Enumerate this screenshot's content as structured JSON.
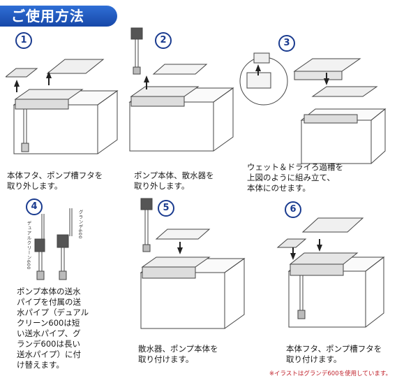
{
  "header": {
    "title": "ご使用方法"
  },
  "steps": [
    {
      "number": "1",
      "caption": "本体フタ、ポンプ槽フタを\n取り外します。"
    },
    {
      "number": "2",
      "caption": "ポンプ本体、散水器を\n取り外します。"
    },
    {
      "number": "3",
      "caption": "ウェット＆ドライろ過槽を\n上図のように組み立て、\n本体にのせます。"
    },
    {
      "number": "4",
      "caption": "ポンプ本体の送水\nパイプを付属の送\n水パイプ（デュアル\nクリーン600は短\nい送水パイプ、グ\nランデ600は長い\n送水パイプ）に付\nけ替えます。"
    },
    {
      "number": "5",
      "caption": "散水器、ポンプ本体を\n取り付けます。"
    },
    {
      "number": "6",
      "caption": "本体フタ、ポンプ槽フタを\n取り付けます。"
    }
  ],
  "step4_labels": {
    "left": "デュアルクリーン600",
    "right": "グランデ600"
  },
  "footnote": "※イラストはグランデ600を使用しています。",
  "colors": {
    "title_bg": "#1f55be",
    "badge_border": "#1a3b8f",
    "footnote": "#c0202a"
  }
}
